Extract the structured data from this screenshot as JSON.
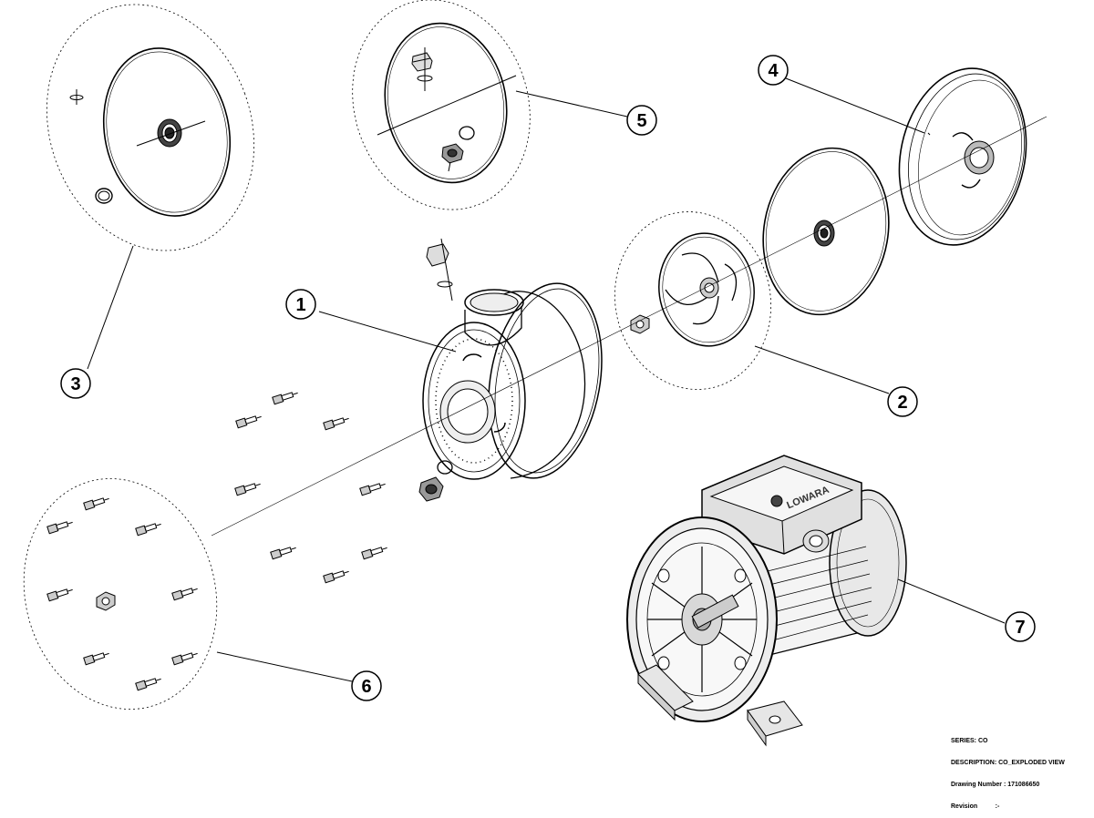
{
  "callouts": [
    "1",
    "2",
    "3",
    "4",
    "5",
    "6",
    "7"
  ],
  "title_block": {
    "series": "SERIES: CO",
    "description": "DESCRIPTION: CO_EXPLODED VIEW",
    "drawing_number": "Drawing Number : 171086650",
    "revision": "Revision          :-"
  },
  "motor_brand": "LOWARA"
}
